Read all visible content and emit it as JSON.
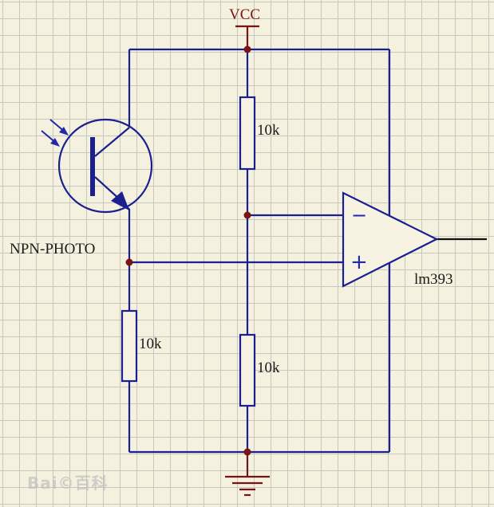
{
  "labels": {
    "supply": "VCC",
    "phototransistor": "NPN-PHOTO",
    "r_top_divider": "10k",
    "r_bottom_divider": "10k",
    "r_emitter": "10k",
    "comparator": "lm393",
    "inverting_input": "−",
    "noninverting_input": "+"
  },
  "watermark": "Bai©百科",
  "colors": {
    "grid_background": "#f4f1de",
    "grid_line": "#c7c7c0",
    "wire": "#1b1f8f",
    "component_body": "#1b1f8f",
    "junction": "#7a1414",
    "supply_symbol": "#7a1414"
  }
}
